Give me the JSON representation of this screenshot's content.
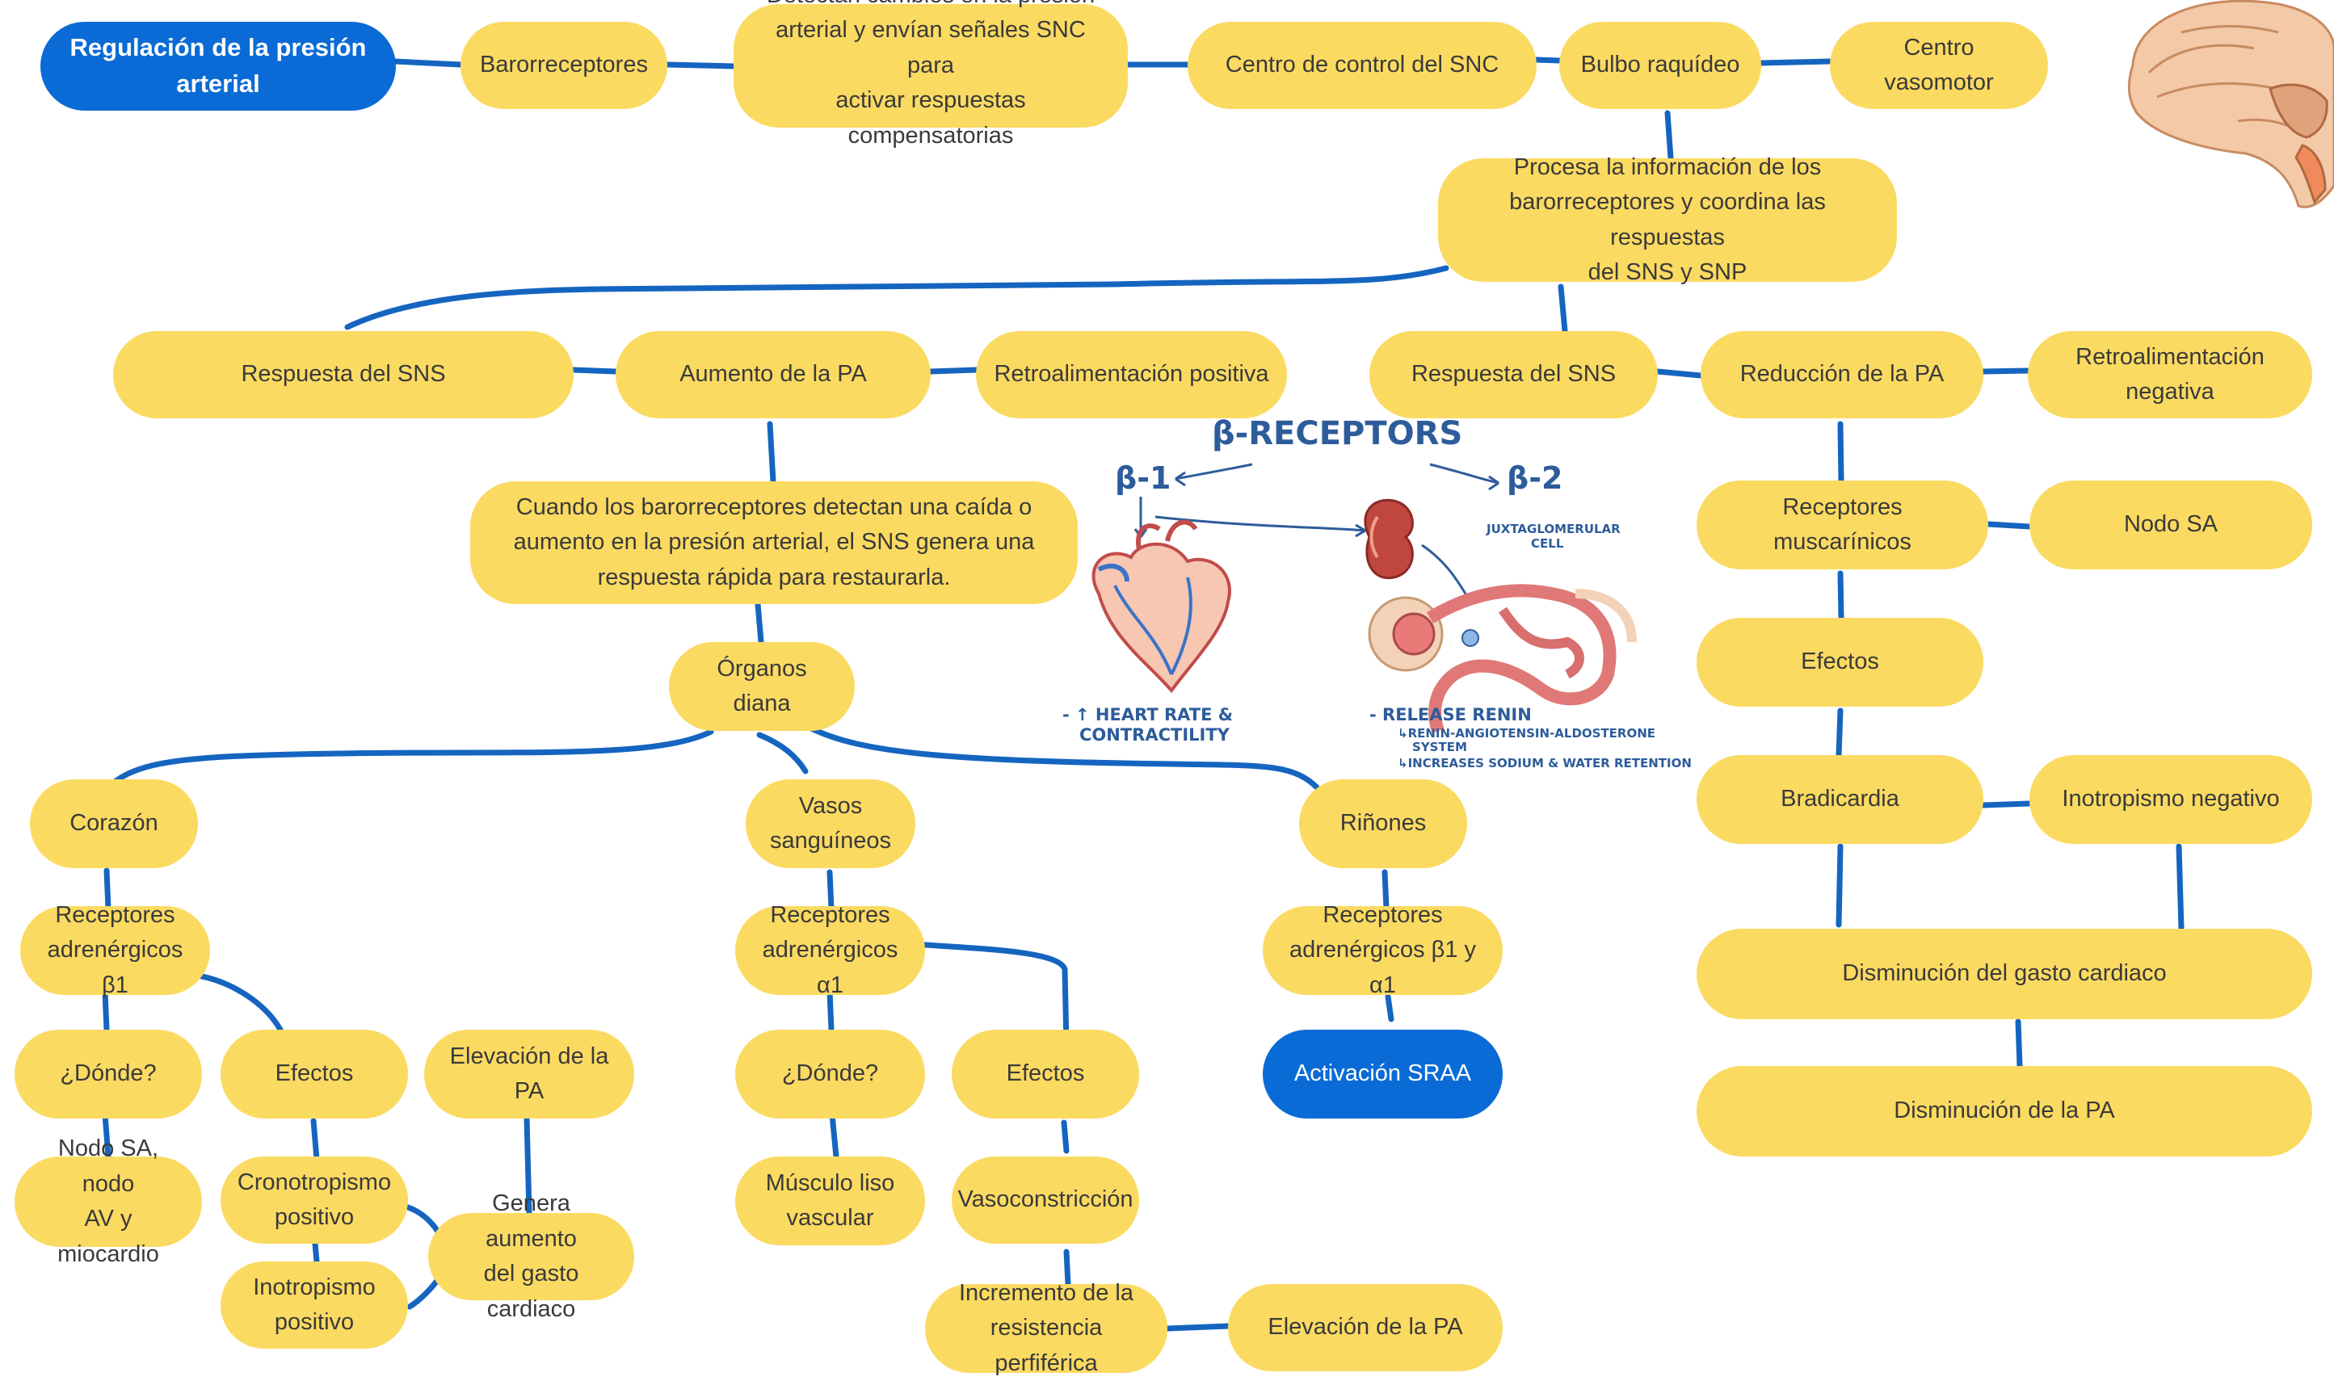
{
  "nodes": {
    "title": "Regulación de la presión arterial",
    "baro": "Barorreceptores",
    "detectan": "Detectan cambios en la presión\narterial y envían señales SNC para\nactivar respuestas compensatorias",
    "centro_snc": "Centro de control del SNC",
    "bulbo": "Bulbo raquídeo",
    "vasomotor": "Centro vasomotor",
    "procesa": "Procesa la información de los\nbarorreceptores y coordina las respuestas\ndel SNS y SNP",
    "resp_sns_left": "Respuesta del SNS",
    "aumento_pa": "Aumento de la PA",
    "retro_pos": "Retroalimentación positiva",
    "resp_sns_right": "Respuesta del SNS",
    "reduccion_pa": "Reducción de la PA",
    "retro_neg": "Retroalimentación negativa",
    "cuando": "Cuando los barorreceptores detectan una caída o\naumento en la presión arterial, el SNS genera una\nrespuesta rápida para restaurarla.",
    "organos": "Órganos diana",
    "corazon": "Corazón",
    "vasos": "Vasos\nsanguíneos",
    "rinones": "Riñones",
    "recep_b1": "Receptores\nadrenérgicos β1",
    "recep_a1": "Receptores\nadrenérgicos α1",
    "recep_b1a1": "Receptores\nadrenérgicos β1 y α1",
    "donde_left": "¿Dónde?",
    "efectos_left": "Efectos",
    "elev_pa_left": "Elevación de la PA",
    "nodo_sa_av": "Nodo SA, nodo\nAV y miocardio",
    "cronotropismo": "Cronotropismo\npositivo",
    "inotropismo_pos": "Inotropismo\npositivo",
    "genera": "Genera aumento\ndel gasto cardiaco",
    "donde_mid": "¿Dónde?",
    "efectos_mid": "Efectos",
    "musculo": "Músculo liso\nvascular",
    "vasocon": "Vasoconstricción",
    "incremento": "Incremento de la\nresistencia perfiférica",
    "elev_pa_mid": "Elevación de la PA",
    "sraa": "Activación SRAA",
    "muscarinicos": "Receptores muscarínicos",
    "nodo_sa": "Nodo SA",
    "efectos_right": "Efectos",
    "bradicardia": "Bradicardia",
    "inotropismo_neg": "Inotropismo negativo",
    "dism_gasto": "Disminución del gasto cardiaco",
    "dism_pa": "Disminución de la PA"
  },
  "illustration": {
    "title": "β-RECEPTORS",
    "beta1": "β-1",
    "beta2": "β-2",
    "juxta_line1": "JUXTAGLOMERULAR",
    "juxta_line2": "CELL",
    "heart_line1": "- ↑ HEART RATE &",
    "heart_line2": "CONTRACTILITY",
    "renin_main": "- RELEASE RENIN",
    "renin_sub1": "↳RENIN-ANGIOTENSIN-ALDOSTERONE",
    "renin_sub2": "SYSTEM",
    "renin_sub3": "↳INCREASES SODIUM & WATER RETENTION"
  },
  "colors": {
    "node_fill": "#fbda61",
    "accent_blue": "#0a6bd6",
    "connector": "#1565c0",
    "text": "#3a3a3a"
  },
  "icons": [
    "brain-icon",
    "heart-icon",
    "kidney-icon"
  ]
}
